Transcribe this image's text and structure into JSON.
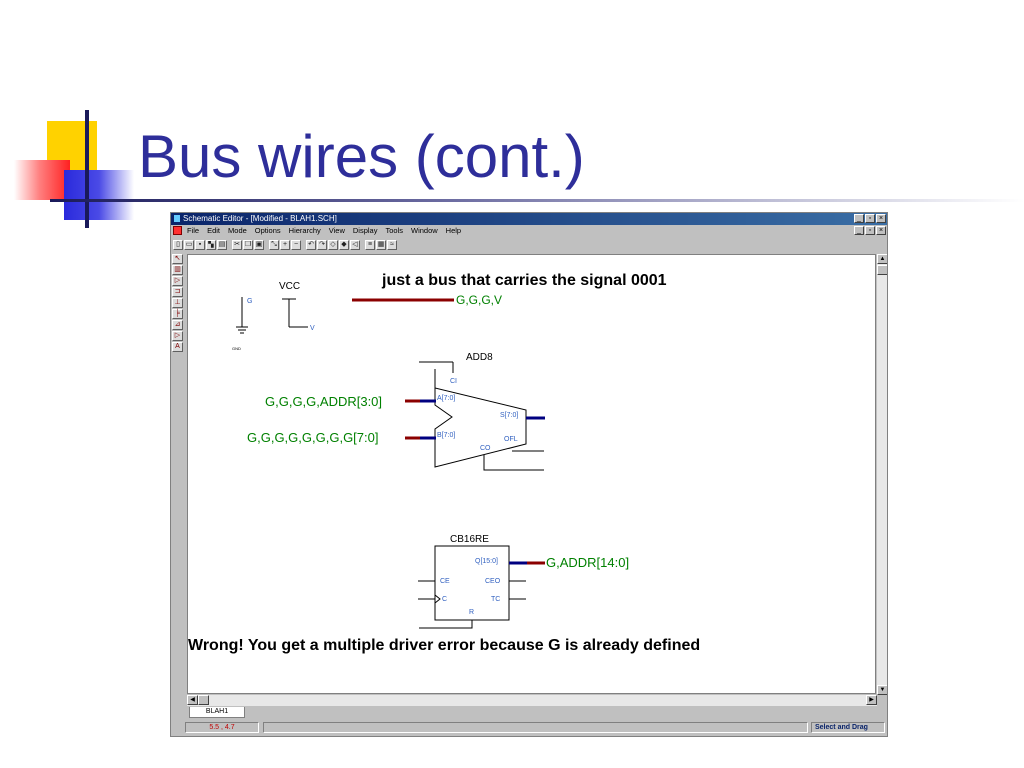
{
  "slide": {
    "title": "Bus wires (cont.)"
  },
  "window": {
    "title": "Schematic Editor - [Modified - BLAH1.SCH]",
    "menu": [
      "File",
      "Edit",
      "Mode",
      "Options",
      "Hierarchy",
      "View",
      "Display",
      "Tools",
      "Window",
      "Help"
    ],
    "minimize_glyph": "_",
    "restore_glyph": "▫",
    "close_glyph": "×"
  },
  "schematic": {
    "vcc_label": "VCC",
    "vcc_pin": "V",
    "gnd_label": "GND",
    "gnd_pin": "G",
    "bus1_label": "G,G,G,V",
    "add8_name": "ADD8",
    "add8_ci": "CI",
    "add8_a": "A[7:0]",
    "add8_b": "B[7:0]",
    "add8_s": "S[7:0]",
    "add8_co": "CO",
    "add8_ofl": "OFL",
    "net_a": "G,G,G,G,ADDR[3:0]",
    "net_b": "G,G,G,G,G,G,G,G[7:0]",
    "cb16_name": "CB16RE",
    "cb16_q": "Q[15:0]",
    "cb16_ce": "CE",
    "cb16_ceo": "CEO",
    "cb16_c": "C",
    "cb16_tc": "TC",
    "cb16_r": "R",
    "net_q": "G,ADDR[14:0]"
  },
  "annotations": {
    "top": "just a bus that carries the signal 0001",
    "bottom": "Wrong! You get a multiple driver error because G is already defined"
  },
  "tab": "BLAH1",
  "status": {
    "coords": "5.5 ,   4.7",
    "mode": "Select and Drag"
  },
  "colors": {
    "title": "#2e2e9a",
    "net_label": "#008000",
    "bus_red": "#8b0000",
    "bus_blue": "#000080"
  }
}
